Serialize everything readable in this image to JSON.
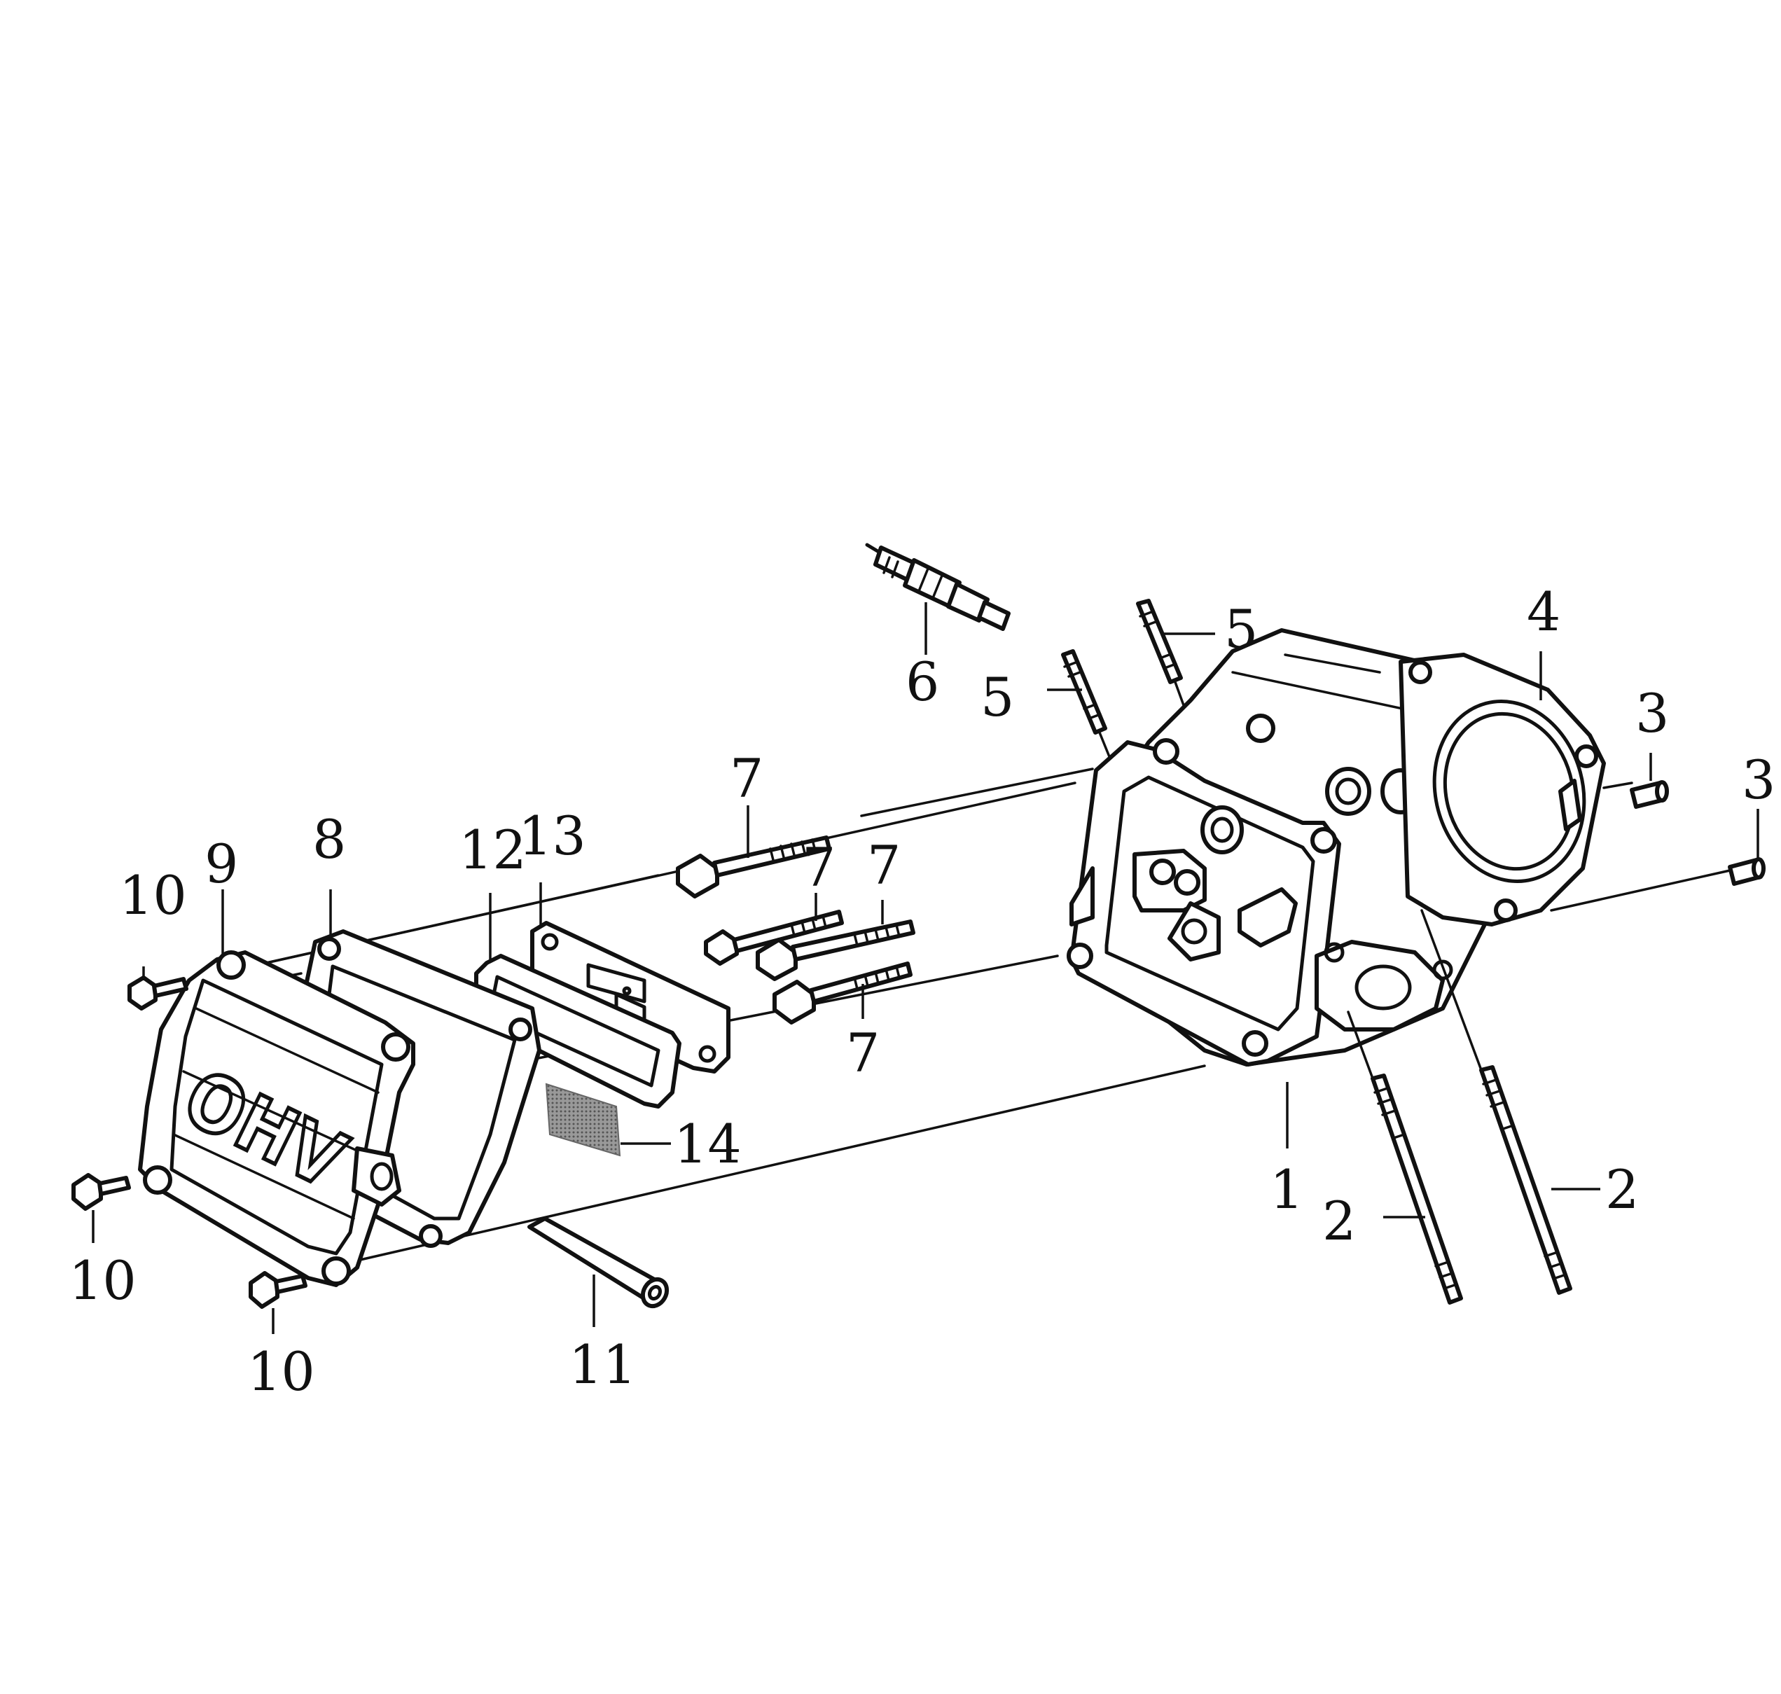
{
  "diagram": {
    "cover_text": "OHV",
    "callouts": {
      "c1": "1",
      "c2a": "2",
      "c2b": "2",
      "c3a": "3",
      "c3b": "3",
      "c4": "4",
      "c5a": "5",
      "c5b": "5",
      "c6": "6",
      "c7a": "7",
      "c7b": "7",
      "c7c": "7",
      "c7d": "7",
      "c8": "8",
      "c9": "9",
      "c10a": "10",
      "c10b": "10",
      "c10c": "10",
      "c11": "11",
      "c12": "12",
      "c13": "13",
      "c14": "14"
    }
  }
}
